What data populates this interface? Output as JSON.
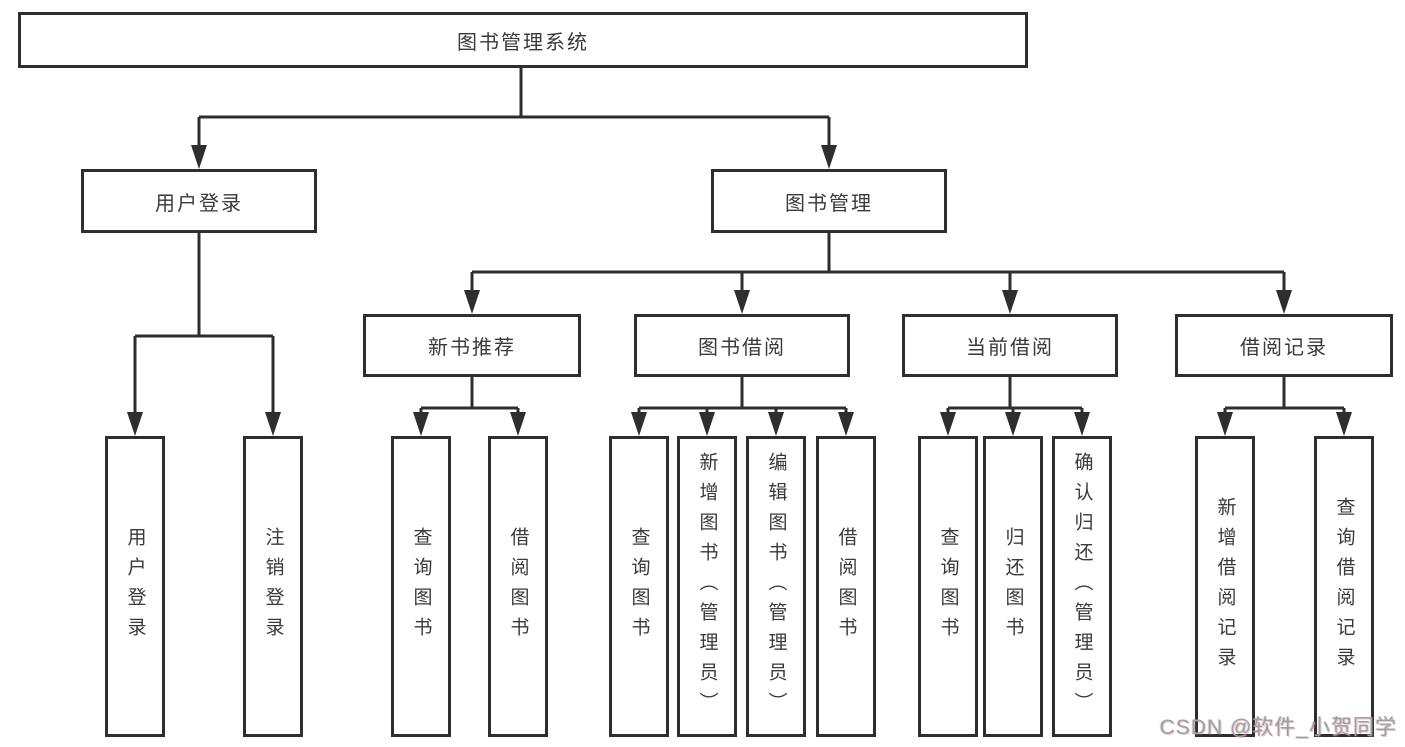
{
  "diagram_type": "hierarchy",
  "colors": {
    "line": "#2e2e2e",
    "box_border": "#2e2e2e",
    "box_background": "#ffffff",
    "text": "#3a3a3a",
    "watermark_text": "#a0a0a0"
  },
  "watermark": {
    "text": "CSDN @软件_小贺同学"
  },
  "tree": {
    "root": {
      "label": "图书管理系统",
      "children": [
        {
          "label": "用户登录",
          "children": [
            {
              "label": "用户登录"
            },
            {
              "label": "注销登录"
            }
          ]
        },
        {
          "label": "图书管理",
          "children": [
            {
              "label": "新书推荐",
              "children": [
                {
                  "label": "查询图书"
                },
                {
                  "label": "借阅图书"
                }
              ]
            },
            {
              "label": "图书借阅",
              "children": [
                {
                  "label": "查询图书"
                },
                {
                  "label": "新增图书（管理员）"
                },
                {
                  "label": "编辑图书（管理员）"
                },
                {
                  "label": "借阅图书"
                }
              ]
            },
            {
              "label": "当前借阅",
              "children": [
                {
                  "label": "查询图书"
                },
                {
                  "label": "归还图书"
                },
                {
                  "label": "确认归还（管理员）"
                }
              ]
            },
            {
              "label": "借阅记录",
              "children": [
                {
                  "label": "新增借阅记录"
                },
                {
                  "label": "查询借阅记录"
                }
              ]
            }
          ]
        }
      ]
    }
  }
}
